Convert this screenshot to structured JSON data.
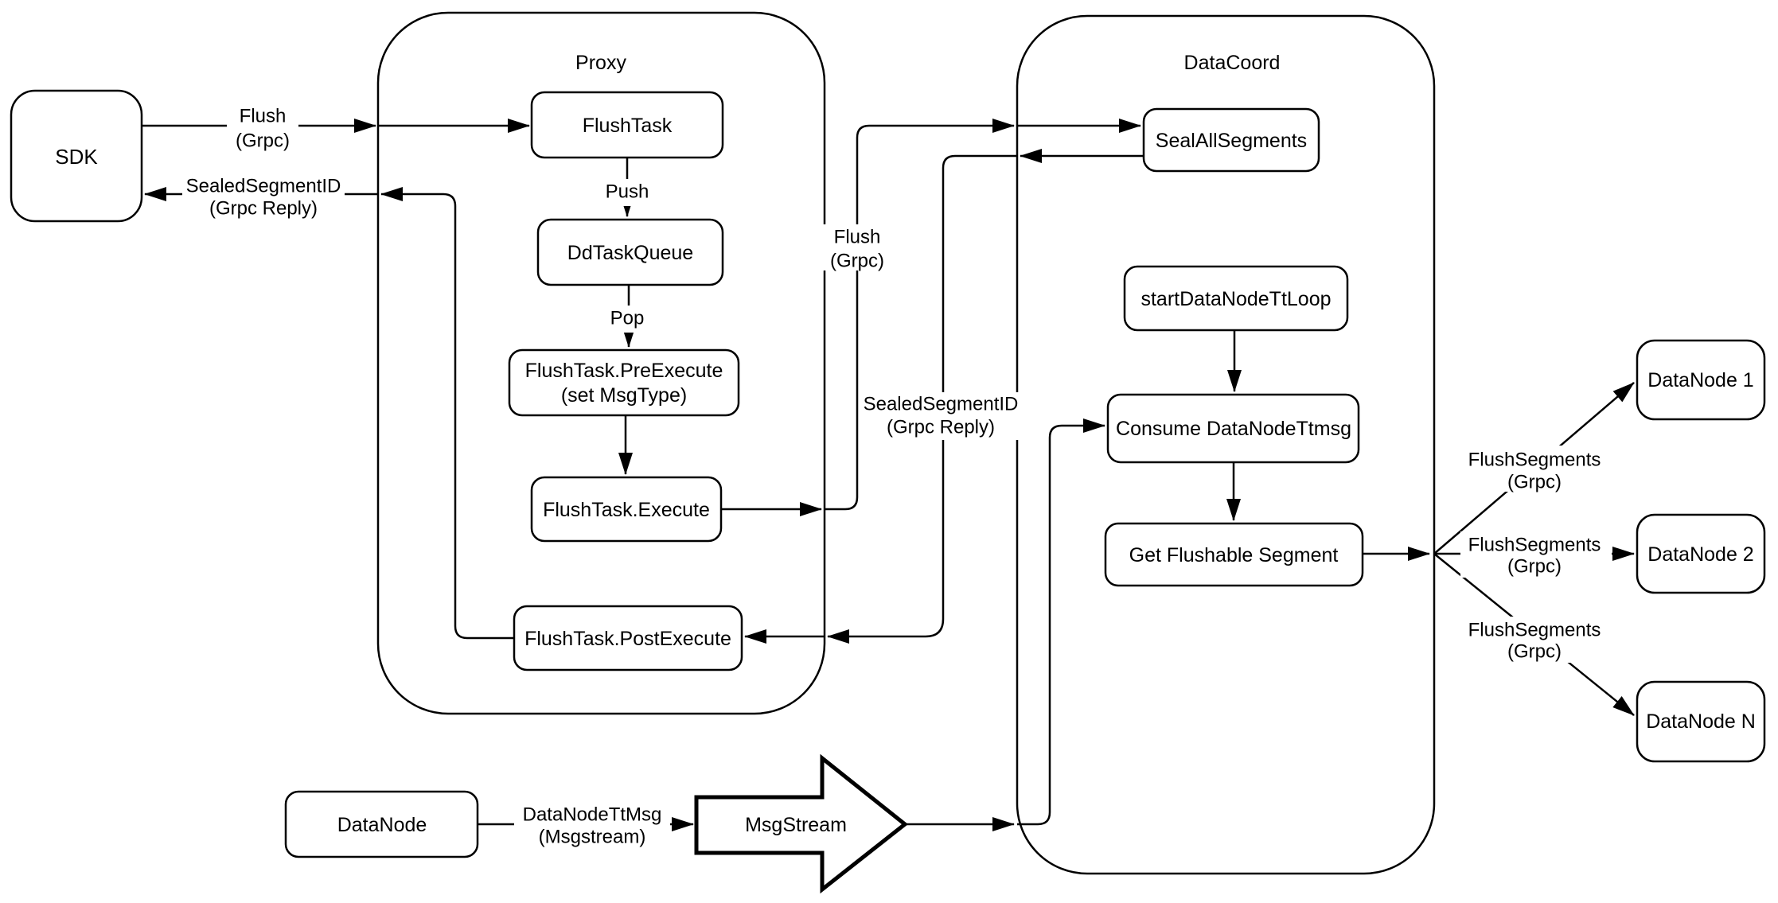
{
  "containers": {
    "proxy": "Proxy",
    "data_coord": "DataCoord"
  },
  "nodes": {
    "sdk": "SDK",
    "flush_task": "FlushTask",
    "dd_task_queue": "DdTaskQueue",
    "pre_execute_line1": "FlushTask.PreExecute",
    "pre_execute_line2": "(set MsgType)",
    "execute": "FlushTask.Execute",
    "post_execute": "FlushTask.PostExecute",
    "seal_all_segments": "SealAllSegments",
    "start_data_node_tt_loop": "startDataNodeTtLoop",
    "consume_data_node_ttmsg": "Consume DataNodeTtmsg",
    "get_flushable_segment": "Get Flushable Segment",
    "data_node_1": "DataNode 1",
    "data_node_2": "DataNode 2",
    "data_node_n": "DataNode N",
    "data_node": "DataNode",
    "msg_stream": "MsgStream"
  },
  "edge_labels": {
    "flush_line1": "Flush",
    "flush_line2": "(Grpc)",
    "sealed_segment_line1": "SealedSegmentID",
    "sealed_segment_line2": "(Grpc Reply)",
    "push": "Push",
    "pop": "Pop",
    "flush_segments_line1": "FlushSegments",
    "flush_segments_line2": "(Grpc)",
    "data_node_tt_msg_line1": "DataNodeTtMsg",
    "data_node_tt_msg_line2": "(Msgstream)"
  },
  "colors": {
    "stroke": "#000000",
    "background": "#ffffff",
    "text": "#000000"
  }
}
